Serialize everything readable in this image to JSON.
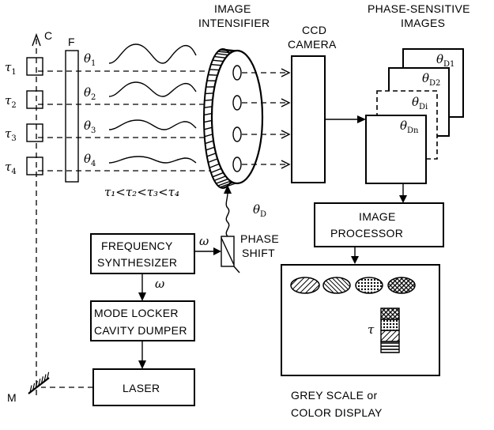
{
  "labels": {
    "intensifier_line1": "IMAGE",
    "intensifier_line2": "INTENSIFIER",
    "ccd_line1": "CCD",
    "ccd_line2": "CAMERA",
    "phase_line1": "PHASE-SENSITIVE",
    "phase_line2": "IMAGES",
    "processor_line1": "IMAGE",
    "processor_line2": "PROCESSOR",
    "freq_line1": "FREQUENCY",
    "freq_line2": "SYNTHESIZER",
    "mode_line1": "MODE LOCKER",
    "mode_line2": "CAVITY DUMPER",
    "laser": "LASER",
    "phase_shift_line1": "PHASE",
    "phase_shift_line2": "SHIFT",
    "display_line1": "GREY SCALE   or",
    "display_line2": "COLOR DISPLAY",
    "c": "C",
    "f": "F",
    "m": "M",
    "omega": "ω",
    "tau": "τ",
    "theta_d": "θ",
    "theta_d_sub": "D",
    "tau_order": "τ₁<τ₂<τ₃<τ₄"
  },
  "samples": [
    {
      "tau": "τ",
      "tau_sub": "1",
      "theta": "θ",
      "theta_sub": "1"
    },
    {
      "tau": "τ",
      "tau_sub": "2",
      "theta": "θ",
      "theta_sub": "2"
    },
    {
      "tau": "τ",
      "tau_sub": "3",
      "theta": "θ",
      "theta_sub": "3"
    },
    {
      "tau": "τ",
      "tau_sub": "4",
      "theta": "θ",
      "theta_sub": "4"
    }
  ],
  "image_stack": [
    {
      "theta": "θ",
      "sub": "D1"
    },
    {
      "theta": "θ",
      "sub": "D2"
    },
    {
      "theta": "θ",
      "sub": "Di"
    },
    {
      "theta": "θ",
      "sub": "Dn"
    }
  ]
}
